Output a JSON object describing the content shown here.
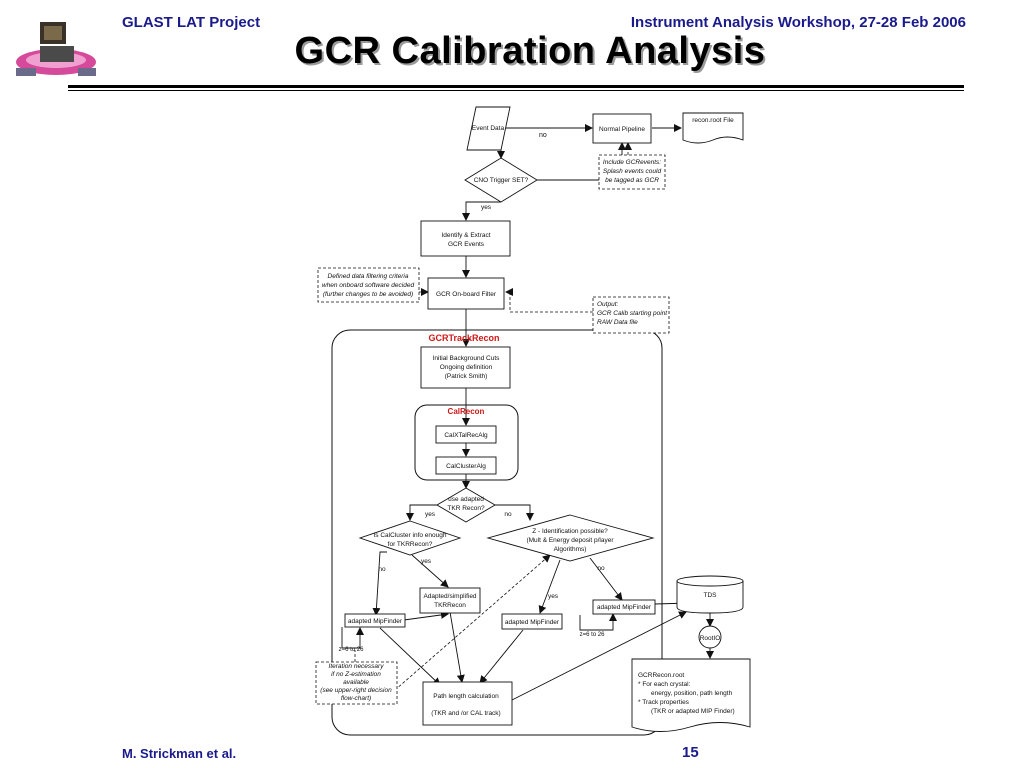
{
  "header": {
    "left": "GLAST LAT Project",
    "right": "Instrument Analysis Workshop, 27-28 Feb 2006",
    "title": "GCR Calibration Analysis"
  },
  "footer": {
    "author": "M. Strickman et al.",
    "page": "15"
  },
  "flow": {
    "event_data": "Event Data",
    "normal_pipeline": "Normal Pipeline",
    "recon_root_file": "recon.root File",
    "cno_trigger": "CNO Trigger SET?",
    "label_no_1": "no",
    "label_yes_1": "yes",
    "include_gcr": [
      "Include GCRevents:",
      "Splash events could",
      "be tagged as GCR"
    ],
    "identify": [
      "Identify & Extract",
      "GCR Events"
    ],
    "defined_filter": [
      "Defined data filtering criteria",
      "when onboard software decided",
      "(further changes to be avoided)"
    ],
    "onboard_filter": "GCR On-board Filter",
    "output_note": [
      "Output:",
      "GCR Calib starting point",
      "RAW Data file"
    ],
    "gcrtrackrecon": "GCRTrackRecon",
    "initial_cuts": [
      "Initial Background Cuts",
      "Ongoing definition",
      "(Patrick Smith)"
    ],
    "calrecon": "CalRecon",
    "calxtal": "CalXTalRecAlg",
    "calcluster": "CalClusterAlg",
    "use_adapted": [
      "use adapted",
      "TKR Recon?"
    ],
    "label_yes_2": "yes",
    "label_no_2": "no",
    "calcluster_info": [
      "Is CalCluster info enough",
      "for TKRRecon?"
    ],
    "z_identification": [
      "Z - Identification possible?",
      "(Mult & Energy deposit p/layer",
      "Algorithms)"
    ],
    "label_no_3": "no",
    "label_yes_3": "yes",
    "label_yes_4": "yes",
    "label_no_4": "no",
    "adapted_simplified": [
      "Adapted/simplified",
      "TKRRecon"
    ],
    "mipfinder_left": "adapted MipFinder",
    "mipfinder_mid": "adapted MipFinder",
    "mipfinder_right": "adapted MipFinder",
    "z_range_left": "z=6 to 26",
    "z_range_right": "z=6 to 26",
    "iteration_note": [
      "Iteration necessary",
      "if no Z-estimation",
      "available",
      "(see upper-right decision",
      "flow-chart)"
    ],
    "path_length": [
      "Path length calculation",
      "(TKR and /or CAL track)"
    ],
    "tds": "TDS",
    "rootio": "RootIO",
    "gcrrecon_root": [
      "GCRRecon.root",
      "*  For each crystal:",
      "energy, position, path length",
      "*  Track properties",
      "(TKR or adapted MIP Finder)"
    ]
  }
}
